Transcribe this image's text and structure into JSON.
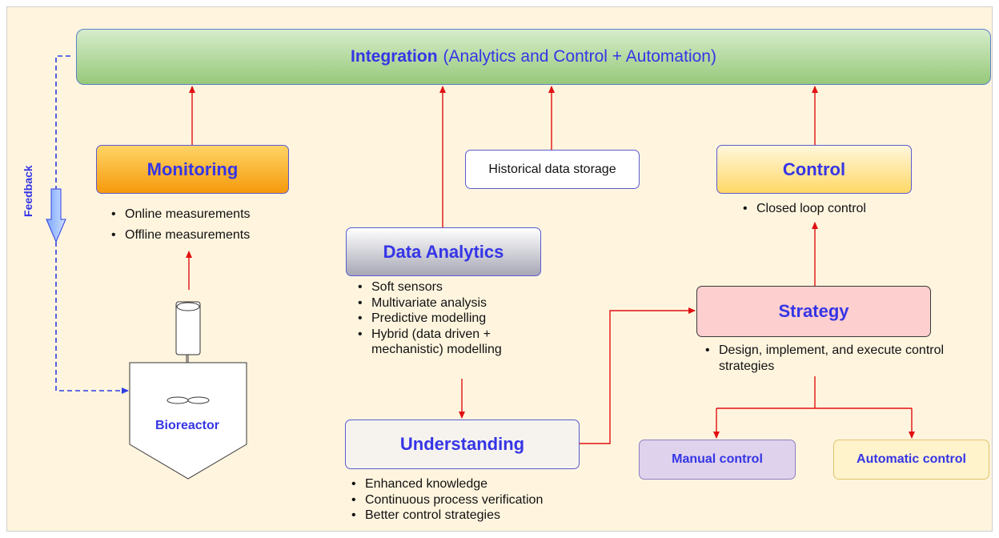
{
  "integration": {
    "title_bold": "Integration",
    "title_rest": "(Analytics and Control + Automation)"
  },
  "feedback_label": "Feedback",
  "monitoring": {
    "title": "Monitoring",
    "items": [
      "Online measurements",
      "Offline measurements"
    ]
  },
  "historical": {
    "label": "Historical data storage"
  },
  "control": {
    "title": "Control",
    "items": [
      "Closed loop control"
    ]
  },
  "data_analytics": {
    "title": "Data Analytics",
    "items": [
      "Soft sensors",
      "Multivariate analysis",
      "Predictive modelling",
      "Hybrid (data driven + mechanistic) modelling"
    ]
  },
  "strategy": {
    "title": "Strategy",
    "items": [
      "Design, implement, and execute control strategies"
    ]
  },
  "understanding": {
    "title": "Understanding",
    "items": [
      "Enhanced knowledge",
      "Continuous process verification",
      "Better control strategies"
    ]
  },
  "manual": {
    "label": "Manual control"
  },
  "automatic": {
    "label": "Automatic control"
  },
  "bioreactor": {
    "label": "Bioreactor"
  },
  "colors": {
    "arrow": "#e01010",
    "feedback": "#2e3ee0",
    "title": "#3535e6"
  }
}
